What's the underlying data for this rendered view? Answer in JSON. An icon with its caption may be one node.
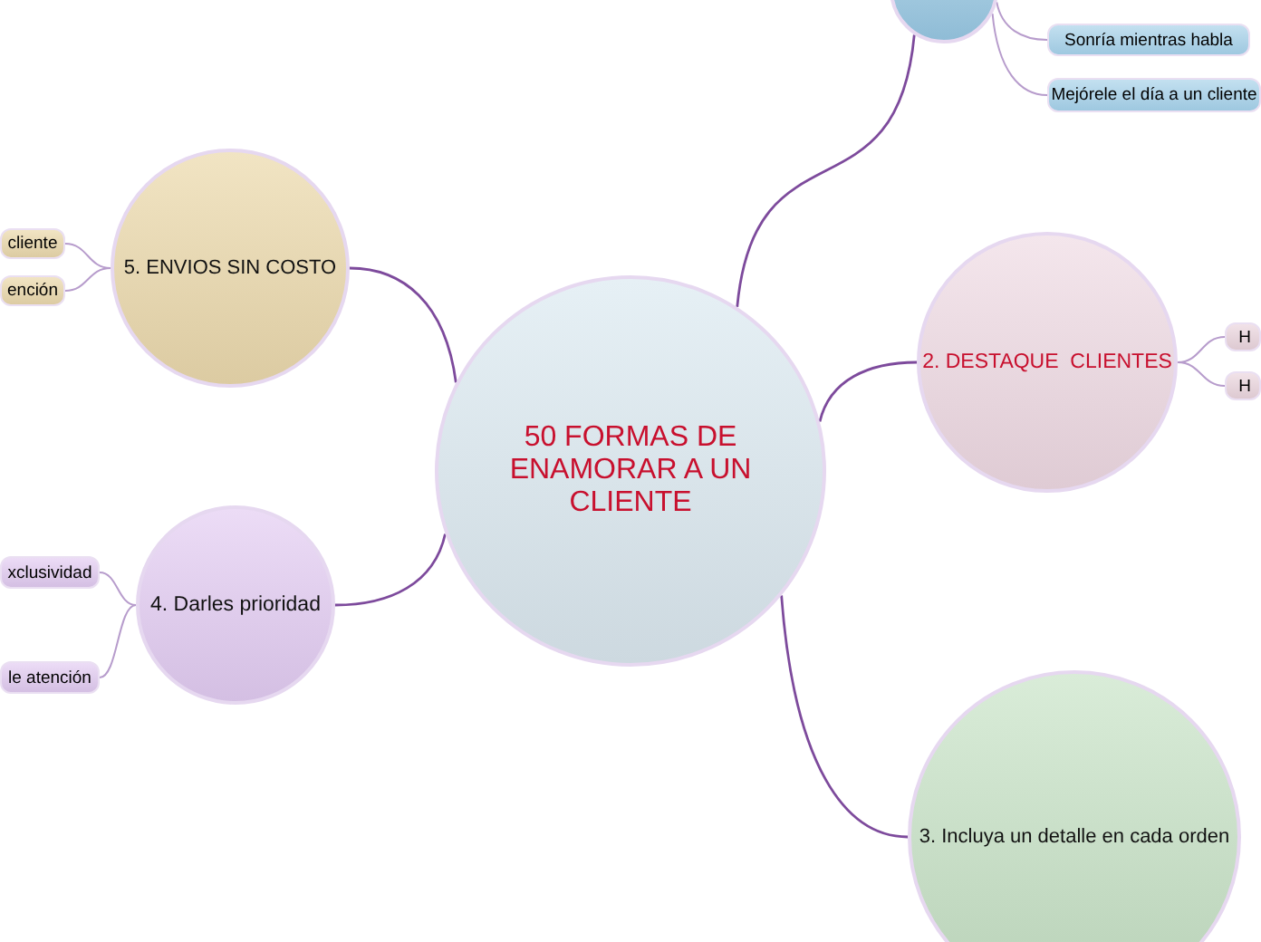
{
  "diagram": {
    "nodes": [
      {
        "text": [
          "50 FORMAS DE ENAMORAR A UN CLIENTE"
        ]
      },
      {
        "text": [],
        "shape": "circle"
      },
      {
        "text": [
          "Sonría mientras habla"
        ]
      },
      {
        "text": [
          "Mejórele el día a un cliente"
        ]
      },
      {
        "text": [
          "2. DESTAQUE  CLIENTES"
        ]
      },
      {
        "text": [
          "H"
        ]
      },
      {
        "text": [
          "H"
        ]
      },
      {
        "text": [
          "3. Incluya un detalle en cada orden"
        ]
      },
      {
        "text": [
          "4. Darles prioridad"
        ]
      },
      {
        "text": [
          "xclusividad"
        ]
      },
      {
        "text": [
          "le atención"
        ]
      },
      {
        "text": [
          "5. ENVIOS SIN COSTO"
        ]
      },
      {
        "text": [
          "cliente"
        ]
      },
      {
        "text": [
          "ención"
        ]
      }
    ],
    "edges": [
      {
        "from": 0,
        "to": 1,
        "arrow": "none"
      },
      {
        "from": 1,
        "to": 2,
        "arrow": "none"
      },
      {
        "from": 1,
        "to": 3,
        "arrow": "none"
      },
      {
        "from": 0,
        "to": 4,
        "arrow": "none"
      },
      {
        "from": 4,
        "to": 5,
        "arrow": "none"
      },
      {
        "from": 4,
        "to": 6,
        "arrow": "none"
      },
      {
        "from": 0,
        "to": 7,
        "arrow": "none"
      },
      {
        "from": 0,
        "to": 8,
        "arrow": "none"
      },
      {
        "from": 8,
        "to": 9,
        "arrow": "none"
      },
      {
        "from": 8,
        "to": 10,
        "arrow": "none"
      },
      {
        "from": 0,
        "to": 11,
        "arrow": "none"
      },
      {
        "from": 11,
        "to": 12,
        "arrow": "none"
      },
      {
        "from": 11,
        "to": 13,
        "arrow": "none"
      }
    ]
  }
}
